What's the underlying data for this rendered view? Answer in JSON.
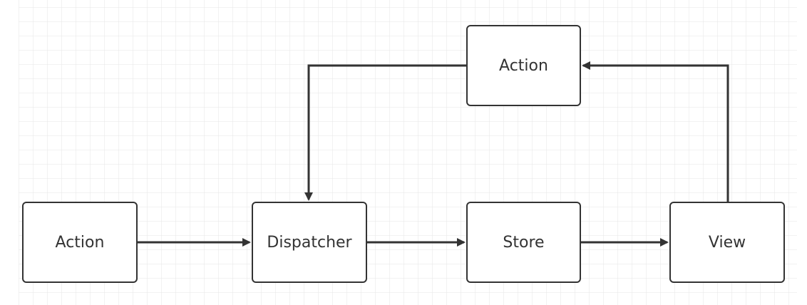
{
  "nodes": {
    "action_top": "Action",
    "action_left": "Action",
    "dispatcher": "Dispatcher",
    "store": "Store",
    "view": "View"
  },
  "colors": {
    "stroke": "#333333",
    "grid": "#e6e6e6",
    "background": "#ffffff"
  }
}
